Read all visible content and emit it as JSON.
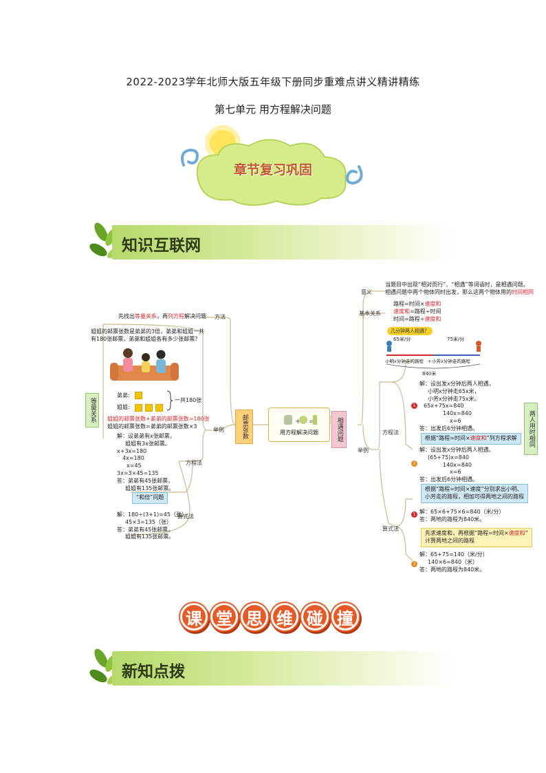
{
  "document": {
    "title": "2022-2023学年北师大版五年级下册同步重难点讲义精讲精练",
    "unit_title": "第七单元 用方程解决问题"
  },
  "badges": {
    "chapter_review": "章节复习巩固"
  },
  "sections": {
    "knowledge_network": "知识互联网",
    "new_knowledge": "新知点拨"
  },
  "title_art": {
    "chars": [
      "课",
      "堂",
      "思",
      "维",
      "碰",
      "撞"
    ]
  },
  "mindmap": {
    "center": "用方程解决问题",
    "left_branch": {
      "label": "邮票张数",
      "method_label": "方法",
      "method_prefix": "先找出",
      "method_relation": "等量关系",
      "method_mid": "，再",
      "method_equation": "列方程",
      "method_suffix": "解决问题",
      "example_label": "举例",
      "problem": [
        "姐姐的邮票张数是弟弟的3倍，弟弟和姐姐一共",
        "有180张邮票，弟弟和姐姐各有多少张邮票？"
      ],
      "equal_relation_tag": "等量关系",
      "brother": "弟弟:",
      "sister": "姐姐:",
      "total": "一共180张",
      "relation1": "姐姐的邮票张数+弟弟的邮票张数=180张",
      "relation2": "姐姐的邮票张数=弟弟的邮票张数×3",
      "equation_method_label": "方程法",
      "equation_solution": [
        "解：设弟弟有x张邮票，",
        "姐姐有3x张邮票。",
        "x+3x=180",
        "4x=180",
        "x=45",
        "3x=3×45=135",
        "答：弟弟有45张邮票，",
        "姐姐有135张邮票。"
      ],
      "sum_times_tag": "“和倍”问题",
      "arithmetic_label": "算式法",
      "arithmetic_solution": [
        "解：180÷(3+1)=45（张）",
        "45×3=135（张）",
        "答：弟弟有45张邮票，",
        "姐姐有135张邮票。"
      ]
    },
    "right_branch": {
      "label": "相遇问题",
      "meaning_label": "意义",
      "meaning": [
        "当题目中出现“相对而行”、“相遇”等词语时，是相遇问题。",
        "相遇问题中两个物体同时出发，那么这两个物体用的"
      ],
      "meaning_highlight": "时间相同",
      "basic_label": "基本关系",
      "basic": [
        {
          "a": "路程=时间×",
          "b": "速度和",
          "c": ""
        },
        {
          "a": "",
          "b": "速度和",
          "c": "=路程÷时间"
        },
        {
          "a": "时间=路程÷",
          "b": "速度和",
          "c": ""
        }
      ],
      "question_badge": "几分钟两人相遇？",
      "speed_left": "65米/分",
      "speed_right": "75米/分",
      "segment_left": "小明x分钟走的路程",
      "segment_plus": "+",
      "segment_right": "小芳x分钟走的路程",
      "total_distance": "840米",
      "example_label": "举例",
      "equation_method_label": "方程法",
      "eq_solution_1": [
        "解：设出发x分钟后两人相遇，",
        "小明x分钟走65x米，",
        "小芳x分钟走75x米。",
        "65x+75x=840",
        "140x=840",
        "x=6",
        "答：出发后6分钟相遇。"
      ],
      "eq_note_prefix": "根据“路程=时间×",
      "eq_note_highlight": "速度和",
      "eq_note_suffix": "”列方程求解",
      "eq_solution_2": [
        "解：设出发x分钟后两人相遇。",
        "(65+75)x=840",
        "140x=840",
        "x=6",
        "答：出发后6分钟相遇。"
      ],
      "same_time_tag": "两人用时相同",
      "arithmetic_label": "算式法",
      "ar_note_1": [
        "根据“路程=时间×速度”分别求出小明、",
        "小芳走的路程，相加可得两地之间的路程"
      ],
      "ar_solution_1": [
        "解：65×6+75×6=840（米/分）",
        "答：两地的路程为840米。"
      ],
      "ar_note_2_prefix": "先求速度和，再根据“路程=时间×",
      "ar_note_2_highlight": "速度和",
      "ar_note_2_suffix": "”",
      "ar_note_2_line2": "计算两地之间的路程",
      "ar_solution_2": [
        "解：65+75=140（米/分）",
        "140×6=840（米）",
        "答：两地的路程为840米。"
      ],
      "num1": "1",
      "num2": "2"
    }
  }
}
